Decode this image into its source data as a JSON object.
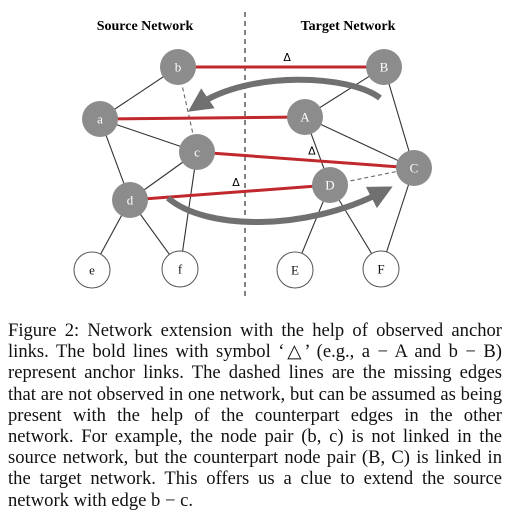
{
  "diagram": {
    "source_title": "Source Network",
    "target_title": "Target Network",
    "anchor_symbol": "Δ",
    "nodes": [
      {
        "id": "b",
        "label": "b",
        "fill": "gray"
      },
      {
        "id": "a",
        "label": "a",
        "fill": "gray"
      },
      {
        "id": "c",
        "label": "c",
        "fill": "gray"
      },
      {
        "id": "d",
        "label": "d",
        "fill": "gray"
      },
      {
        "id": "e",
        "label": "e",
        "fill": "white"
      },
      {
        "id": "f",
        "label": "f",
        "fill": "white"
      },
      {
        "id": "B",
        "label": "B",
        "fill": "gray"
      },
      {
        "id": "A",
        "label": "A",
        "fill": "gray"
      },
      {
        "id": "C",
        "label": "C",
        "fill": "gray"
      },
      {
        "id": "D",
        "label": "D",
        "fill": "gray"
      },
      {
        "id": "E",
        "label": "E",
        "fill": "white"
      },
      {
        "id": "F",
        "label": "F",
        "fill": "white"
      }
    ],
    "edges": [
      {
        "from": "b",
        "to": "a"
      },
      {
        "from": "a",
        "to": "c"
      },
      {
        "from": "a",
        "to": "d"
      },
      {
        "from": "c",
        "to": "d"
      },
      {
        "from": "c",
        "to": "f"
      },
      {
        "from": "d",
        "to": "e"
      },
      {
        "from": "d",
        "to": "f"
      },
      {
        "from": "B",
        "to": "A"
      },
      {
        "from": "B",
        "to": "C"
      },
      {
        "from": "A",
        "to": "D"
      },
      {
        "from": "A",
        "to": "C"
      },
      {
        "from": "D",
        "to": "E"
      },
      {
        "from": "D",
        "to": "F"
      },
      {
        "from": "C",
        "to": "F"
      }
    ],
    "missing_edges": [
      {
        "from": "b",
        "to": "c"
      },
      {
        "from": "D",
        "to": "C"
      }
    ],
    "anchor_links": [
      {
        "from": "b",
        "to": "B",
        "marked": true
      },
      {
        "from": "a",
        "to": "A",
        "marked": false
      },
      {
        "from": "c",
        "to": "C",
        "marked": true
      },
      {
        "from": "d",
        "to": "D",
        "marked": true
      }
    ],
    "colors": {
      "anchor": "#c0282d",
      "node_fill": "#8c8c8c",
      "edge": "#333333",
      "arrow": "#707070"
    }
  },
  "caption": {
    "text": "Figure 2: Network extension with the help of observed anchor links. The bold lines with symbol ‘△’ (e.g., a − A and b − B) represent anchor links. The dashed lines are the missing edges that are not observed in one network, but can be assumed as being present with the help of the counterpart edges in the other network. For example, the node pair (b, c) is not linked in the source network, but the counterpart node pair (B, C) is linked in the target network. This offers us a clue to extend the source network with edge b − c."
  }
}
